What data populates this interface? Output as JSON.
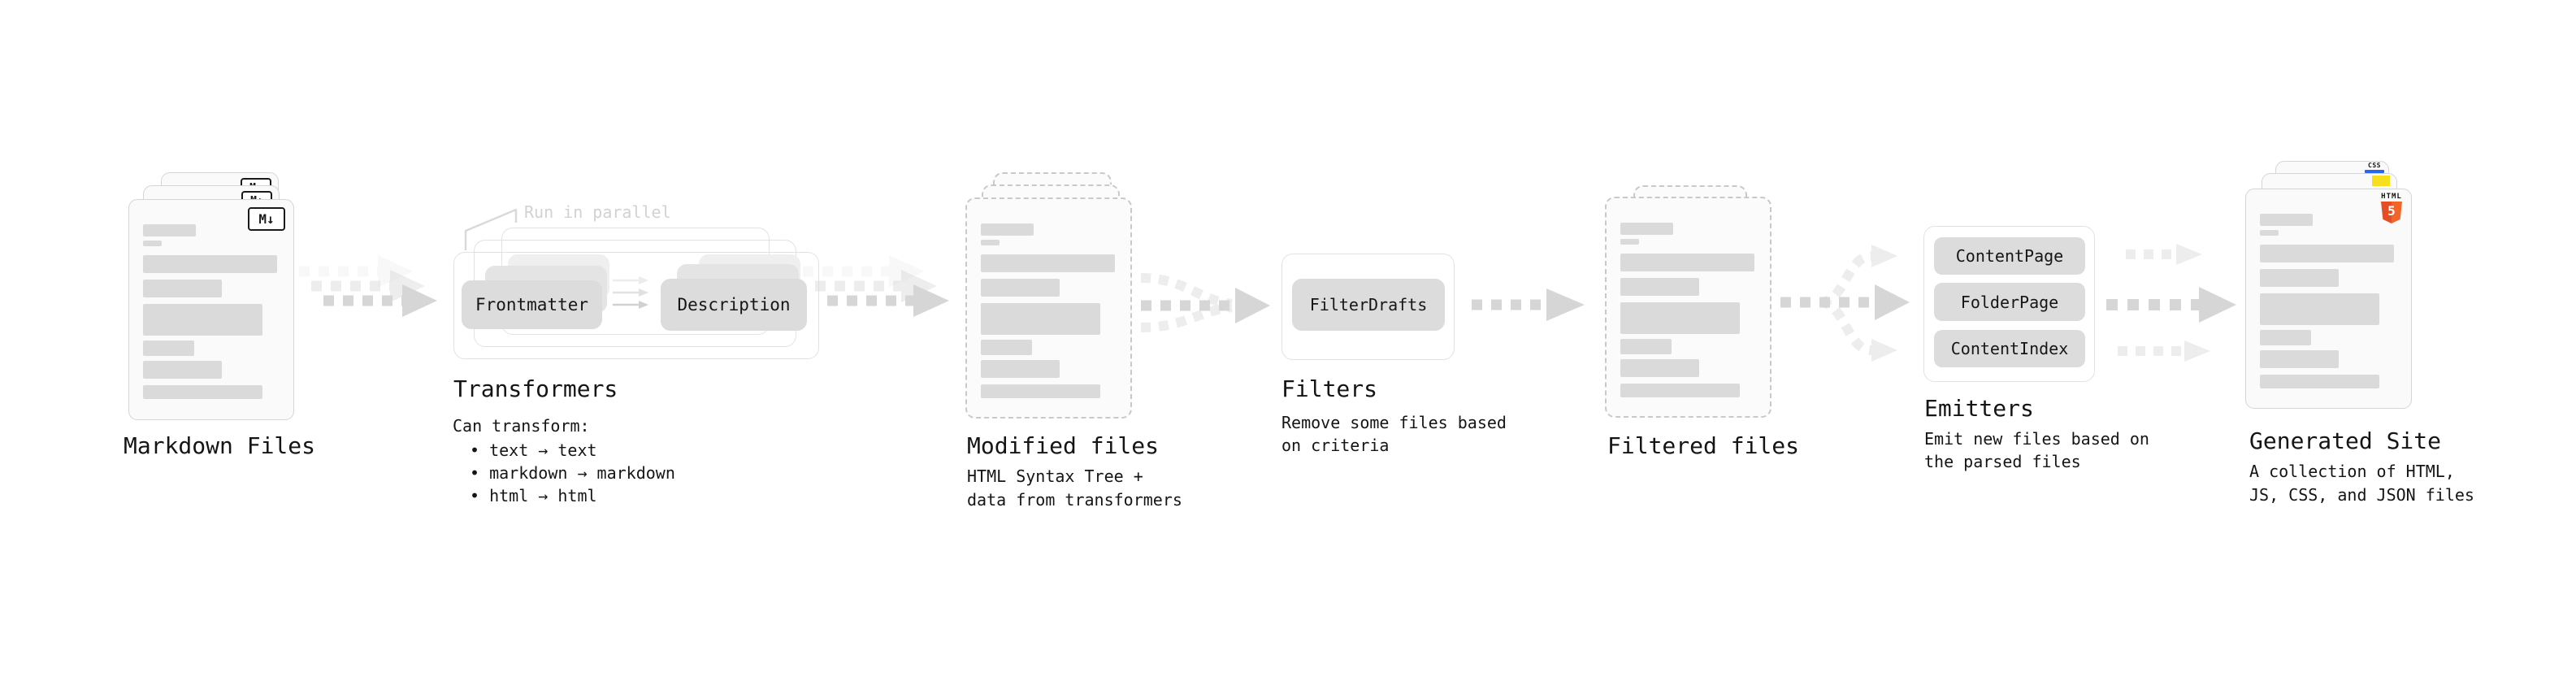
{
  "stages": {
    "markdown_files": {
      "label": "Markdown Files",
      "icon_text": "M↓"
    },
    "transformers": {
      "label": "Transformers",
      "callout": "Run in parallel",
      "box_frontmatter": "Frontmatter",
      "box_description": "Description",
      "list_title": "Can transform:",
      "bullets": [
        "• text → text",
        "• markdown → markdown",
        "• html → html"
      ]
    },
    "modified_files": {
      "label": "Modified files",
      "sublabel_lines": [
        "HTML Syntax Tree +",
        "data from transformers"
      ]
    },
    "filters": {
      "label": "Filters",
      "box_filterdrafts": "FilterDrafts",
      "sublabel_lines": [
        "Remove some files based",
        "on criteria"
      ]
    },
    "filtered_files": {
      "label": "Filtered files"
    },
    "emitters": {
      "label": "Emitters",
      "boxes": [
        "ContentPage",
        "FolderPage",
        "ContentIndex"
      ],
      "sublabel_lines": [
        "Emit new files based on",
        "the parsed files"
      ]
    },
    "generated_site": {
      "label": "Generated Site",
      "sublabel_lines": [
        "A collection of HTML,",
        "JS, CSS, and JSON files"
      ],
      "css_icon_text": "CSS",
      "html_icon_text": "HTML",
      "html5_number": "5"
    }
  },
  "colors": {
    "background": "#ffffff",
    "text": "#151515",
    "callout_muted": "#d2d2d2",
    "doc_fill": "#fafafa",
    "doc_border": "#d5d5d5",
    "dashed_border": "#c9c9c9",
    "text_bar": "#dadada",
    "chip_fill": "#dcdcdc",
    "container_border": "#e2e2e2",
    "arrow_main": "#d6d6d6",
    "arrow_light": "#ededed",
    "js_yellow": "#f7df1e",
    "css_blue": "#2965f1",
    "html5_orange": "#e44d26"
  }
}
